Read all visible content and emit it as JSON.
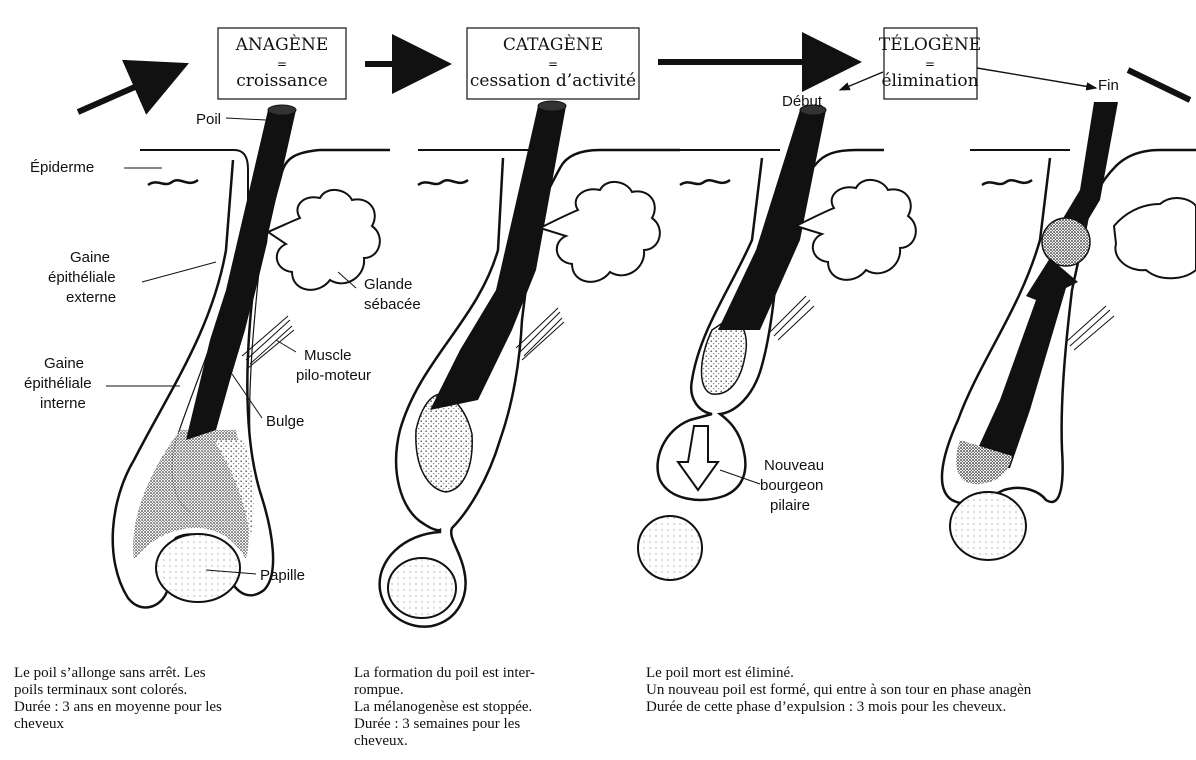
{
  "phases": [
    {
      "name": "ANAGÈNE",
      "eq": "=",
      "desc": "croissance"
    },
    {
      "name": "CATAGÈNE",
      "eq": "=",
      "desc": "cessation d’activité"
    },
    {
      "name": "TÉLOGÈNE",
      "eq": "=",
      "desc": "élimination"
    }
  ],
  "telogen_markers": {
    "start": "Début",
    "end": "Fin"
  },
  "labels": {
    "poil": "Poil",
    "epiderme": "Épiderme",
    "gaine_ext": [
      "Gaine",
      "épithéliale",
      "externe"
    ],
    "gaine_int": [
      "Gaine",
      "épithéliale",
      "interne"
    ],
    "glande": [
      "Glande",
      "sébacée"
    ],
    "muscle": [
      "Muscle",
      "pilo-moteur"
    ],
    "bulge": "Bulge",
    "papille": "Papille",
    "bourgeon": [
      "Nouveau",
      "bourgeon",
      "pilaire"
    ]
  },
  "captions": [
    [
      "Le poil s’allonge sans arrêt. Les",
      "poils terminaux sont colorés.",
      "Durée : 3 ans en moyenne pour les",
      "cheveux"
    ],
    [
      "La formation du poil est inter-",
      "rompue.",
      "La mélanogenèse est stoppée.",
      "Durée : 3 semaines pour les",
      "cheveux."
    ],
    [
      "Le poil mort est éliminé.",
      "Un nouveau poil est formé, qui entre à son tour en phase anagèn",
      "Durée de cette phase d’expulsion : 3 mois pour les cheveux."
    ]
  ]
}
